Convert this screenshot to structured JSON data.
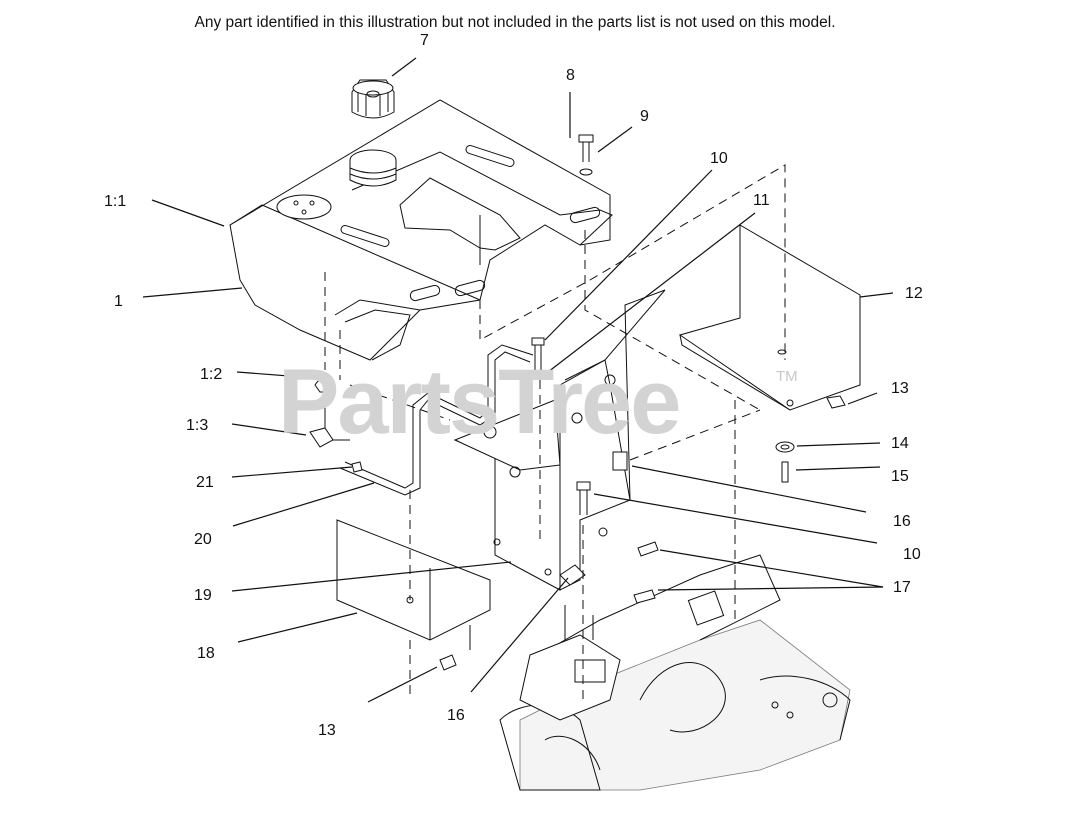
{
  "notice": "Any part identified in this illustration but not included in the parts list is not used on this model.",
  "watermark": "PartsTree",
  "watermark_tm": "TM",
  "callouts": {
    "c7": "7",
    "c8": "8",
    "c9": "9",
    "c10a": "10",
    "c11": "11",
    "c1_1": "1:1",
    "c1": "1",
    "c12": "12",
    "c1_2": "1:2",
    "c13a": "13",
    "c14": "14",
    "c1_3": "1:3",
    "c15": "15",
    "c21": "21",
    "c16a": "16",
    "c20": "20",
    "c10b": "10",
    "c17": "17",
    "c19": "19",
    "c18": "18",
    "c16b": "16",
    "c13b": "13"
  },
  "colors": {
    "ink": "#111111",
    "watermark": "#d3d3d3",
    "background": "#ffffff"
  }
}
